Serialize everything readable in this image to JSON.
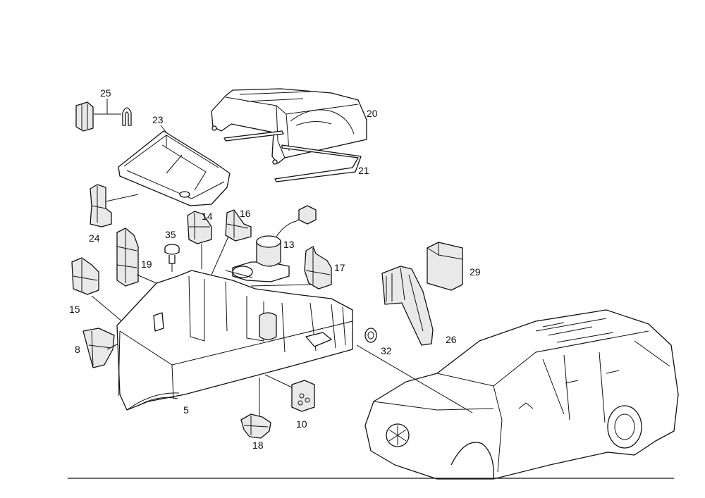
{
  "diagram": {
    "callouts": [
      {
        "id": "25",
        "label": "25"
      },
      {
        "id": "23",
        "label": "23"
      },
      {
        "id": "20",
        "label": "20"
      },
      {
        "id": "21",
        "label": "21"
      },
      {
        "id": "24",
        "label": "24"
      },
      {
        "id": "14",
        "label": "14"
      },
      {
        "id": "16",
        "label": "16"
      },
      {
        "id": "35",
        "label": "35"
      },
      {
        "id": "13",
        "label": "13"
      },
      {
        "id": "19",
        "label": "19"
      },
      {
        "id": "17",
        "label": "17"
      },
      {
        "id": "29",
        "label": "29"
      },
      {
        "id": "15",
        "label": "15"
      },
      {
        "id": "8",
        "label": "8"
      },
      {
        "id": "32",
        "label": "32"
      },
      {
        "id": "26",
        "label": "26"
      },
      {
        "id": "5",
        "label": "5"
      },
      {
        "id": "10",
        "label": "10"
      },
      {
        "id": "18",
        "label": "18"
      }
    ]
  }
}
